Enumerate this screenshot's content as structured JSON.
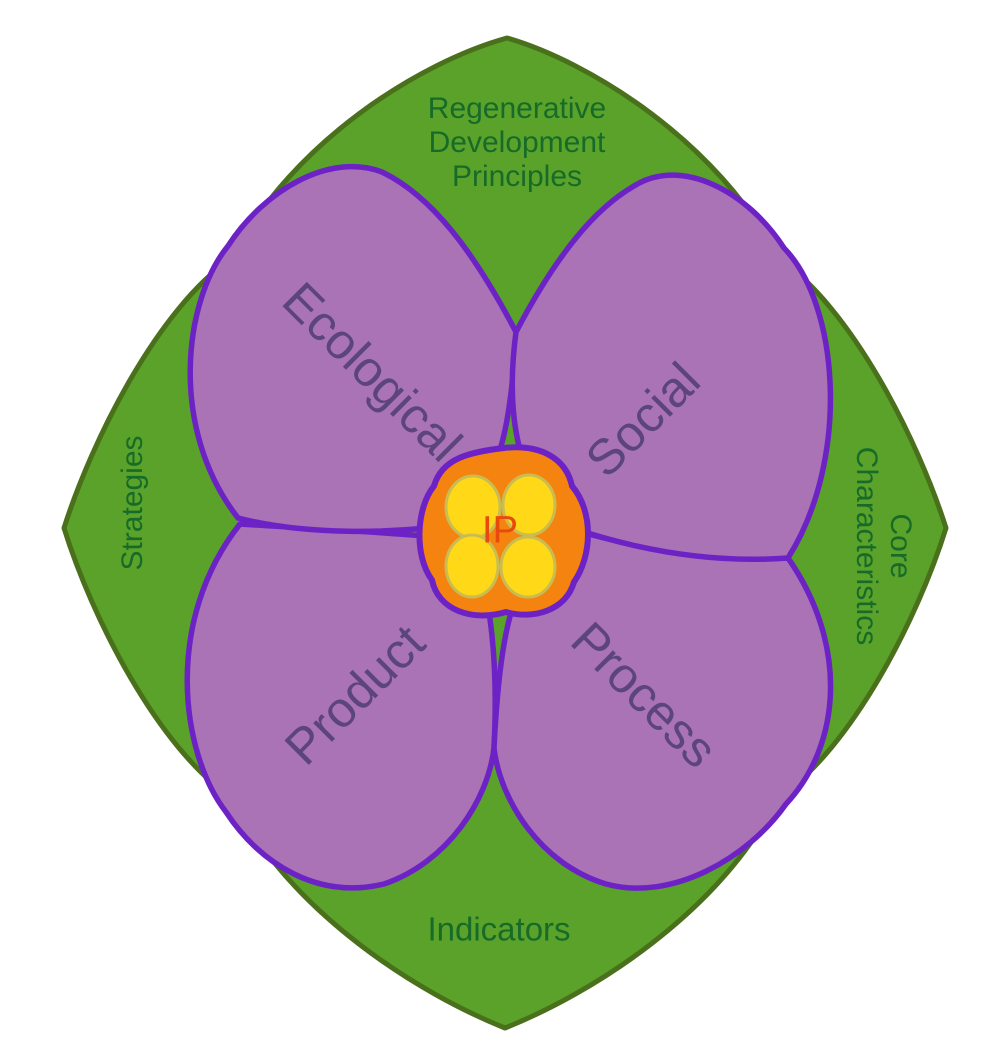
{
  "diagram": {
    "outer_leaves": {
      "top": {
        "label": "Regenerative\nDevelopment\nPrinciples",
        "position": "top"
      },
      "left": {
        "label": "Strategies",
        "position": "left"
      },
      "right": {
        "label": "Core\nCharacteristics",
        "position": "right"
      },
      "bottom": {
        "label": "Indicators",
        "position": "bottom"
      }
    },
    "petals": {
      "top_left": {
        "label": "Ecological"
      },
      "top_right": {
        "label": "Social"
      },
      "bottom_left": {
        "label": "Product"
      },
      "bottom_right": {
        "label": "Process"
      }
    },
    "center": {
      "label": "IP"
    },
    "colors": {
      "leaf_fill": "#5aa22a",
      "leaf_outline": "#4a701c",
      "leaf_text": "#176b28",
      "petal_fill": "#a973b6",
      "petal_outline": "#6d22c6",
      "petal_text": "#5c447c",
      "center_blob_fill": "#f5830f",
      "clover_fill": "#ffd918",
      "clover_outline": "#c9bd52",
      "ip_text": "#e8490d",
      "background": "#ffffff"
    }
  }
}
